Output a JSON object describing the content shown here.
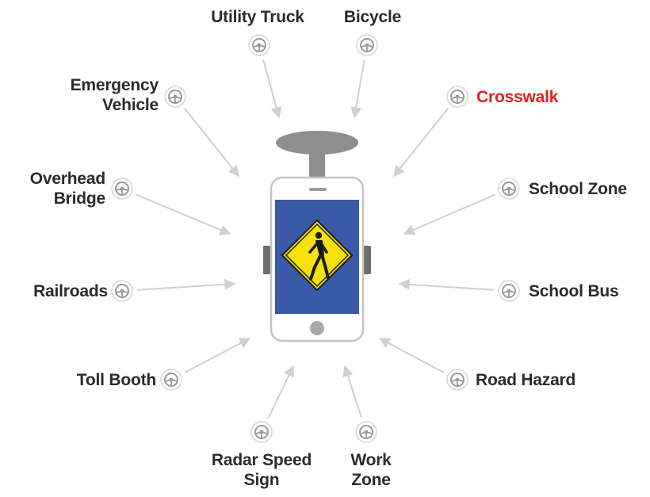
{
  "alerts": [
    {
      "id": "utility-truck",
      "lines": [
        "Utility Truck"
      ],
      "highlight": false
    },
    {
      "id": "bicycle",
      "lines": [
        "Bicycle"
      ],
      "highlight": false
    },
    {
      "id": "emergency-vehicle",
      "lines": [
        "Emergency",
        "Vehicle"
      ],
      "highlight": false
    },
    {
      "id": "crosswalk",
      "lines": [
        "Crosswalk"
      ],
      "highlight": true
    },
    {
      "id": "overhead-bridge",
      "lines": [
        "Overhead",
        "Bridge"
      ],
      "highlight": false
    },
    {
      "id": "school-zone",
      "lines": [
        "School Zone"
      ],
      "highlight": false
    },
    {
      "id": "railroads",
      "lines": [
        "Railroads"
      ],
      "highlight": false
    },
    {
      "id": "school-bus",
      "lines": [
        "School Bus"
      ],
      "highlight": false
    },
    {
      "id": "toll-booth",
      "lines": [
        "Toll Booth"
      ],
      "highlight": false
    },
    {
      "id": "road-hazard",
      "lines": [
        "Road Hazard"
      ],
      "highlight": false
    },
    {
      "id": "radar-speed-sign",
      "lines": [
        "Radar Speed",
        "Sign"
      ],
      "highlight": false
    },
    {
      "id": "work-zone",
      "lines": [
        "Work",
        "Zone"
      ],
      "highlight": false
    }
  ],
  "phone": {
    "screen_sign": "pedestrian-crossing-sign-icon",
    "colors": {
      "screen": "#3a59a6",
      "sign": "#f6e10c",
      "frame": "#c4c4c4",
      "mount": "#8e8e8e"
    }
  },
  "colors": {
    "label": "#2b2b2b",
    "highlight": "#e0231b",
    "arrow": "#cfcfcf",
    "target_icon": "#9a9a9a"
  },
  "icons": {
    "alert_marker": "steering-wheel-icon"
  }
}
